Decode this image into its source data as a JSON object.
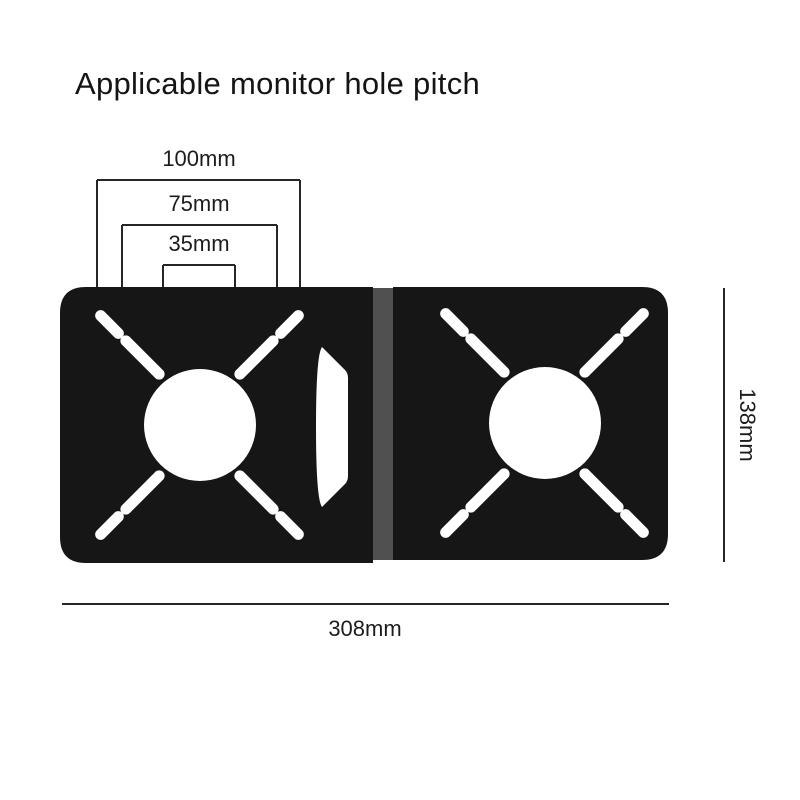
{
  "title": "Applicable monitor hole pitch",
  "diagram": {
    "hole_pitches": [
      {
        "label": "100mm"
      },
      {
        "label": "75mm"
      },
      {
        "label": "35mm"
      }
    ],
    "overall_width": "308mm",
    "overall_height": "138mm"
  },
  "colors": {
    "plate": "#161616",
    "fold": "#505050",
    "dimension_line": "#262626",
    "background": "#ffffff"
  }
}
